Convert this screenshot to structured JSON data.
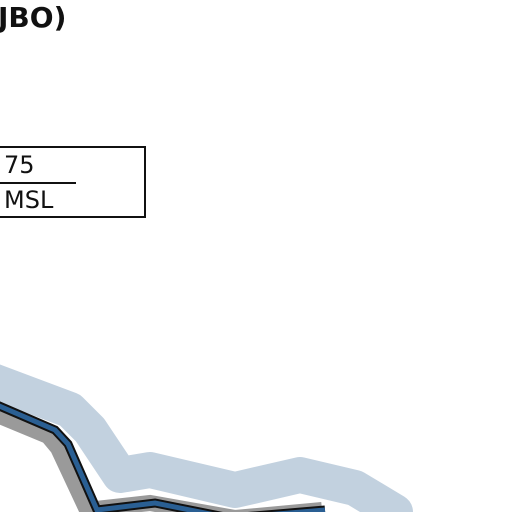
{
  "chart": {
    "title_fragment": "JBO)"
  },
  "altitude_box": {
    "top_value": "75",
    "bottom_label": "MSL"
  },
  "colors": {
    "background": "#ffffff",
    "text": "#111111",
    "route_buffer": "#c2d1df",
    "route_shadow": "#9a9a9a",
    "route_edge": "#111111",
    "route_fill": "#2a5f93"
  },
  "features": {
    "route_line": "route-path"
  }
}
